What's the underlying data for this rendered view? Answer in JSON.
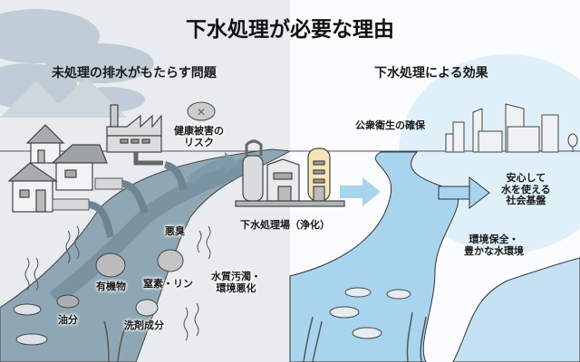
{
  "title": "下水処理が必要な理由",
  "left_panel": {
    "heading": "未処理の排水がもたらす問題",
    "labels": {
      "health_risk": [
        "健康被害の",
        "リスク"
      ],
      "odor": "悪臭",
      "organic_matter": "有機物",
      "nitrogen_phosphorus": "窒素・リン",
      "oil": "油分",
      "detergent": "洗剤成分",
      "water_pollution": [
        "水質汚濁・",
        "環境悪化"
      ]
    }
  },
  "center": {
    "plant_label": "下水処理場（浄化）"
  },
  "right_panel": {
    "heading": "下水処理による効果",
    "labels": {
      "public_health": "公衆衛生の確保",
      "safe_water": [
        "安心して",
        "水を使える",
        "社会基盤"
      ],
      "environment": [
        "環境保全・",
        "豊かな水環境"
      ]
    }
  },
  "colors": {
    "left_bg": "#e9ecef",
    "right_bg": "#fbfcfd",
    "dirty_water": "#7f9aa8",
    "dirty_water_dark": "#5d7280",
    "clean_water": "#a8d4ee",
    "clean_water_light": "#d8ecf8",
    "building_gray": "#d9dcdf",
    "tank_yellow": "#f3e5b5",
    "outline": "#333333"
  }
}
